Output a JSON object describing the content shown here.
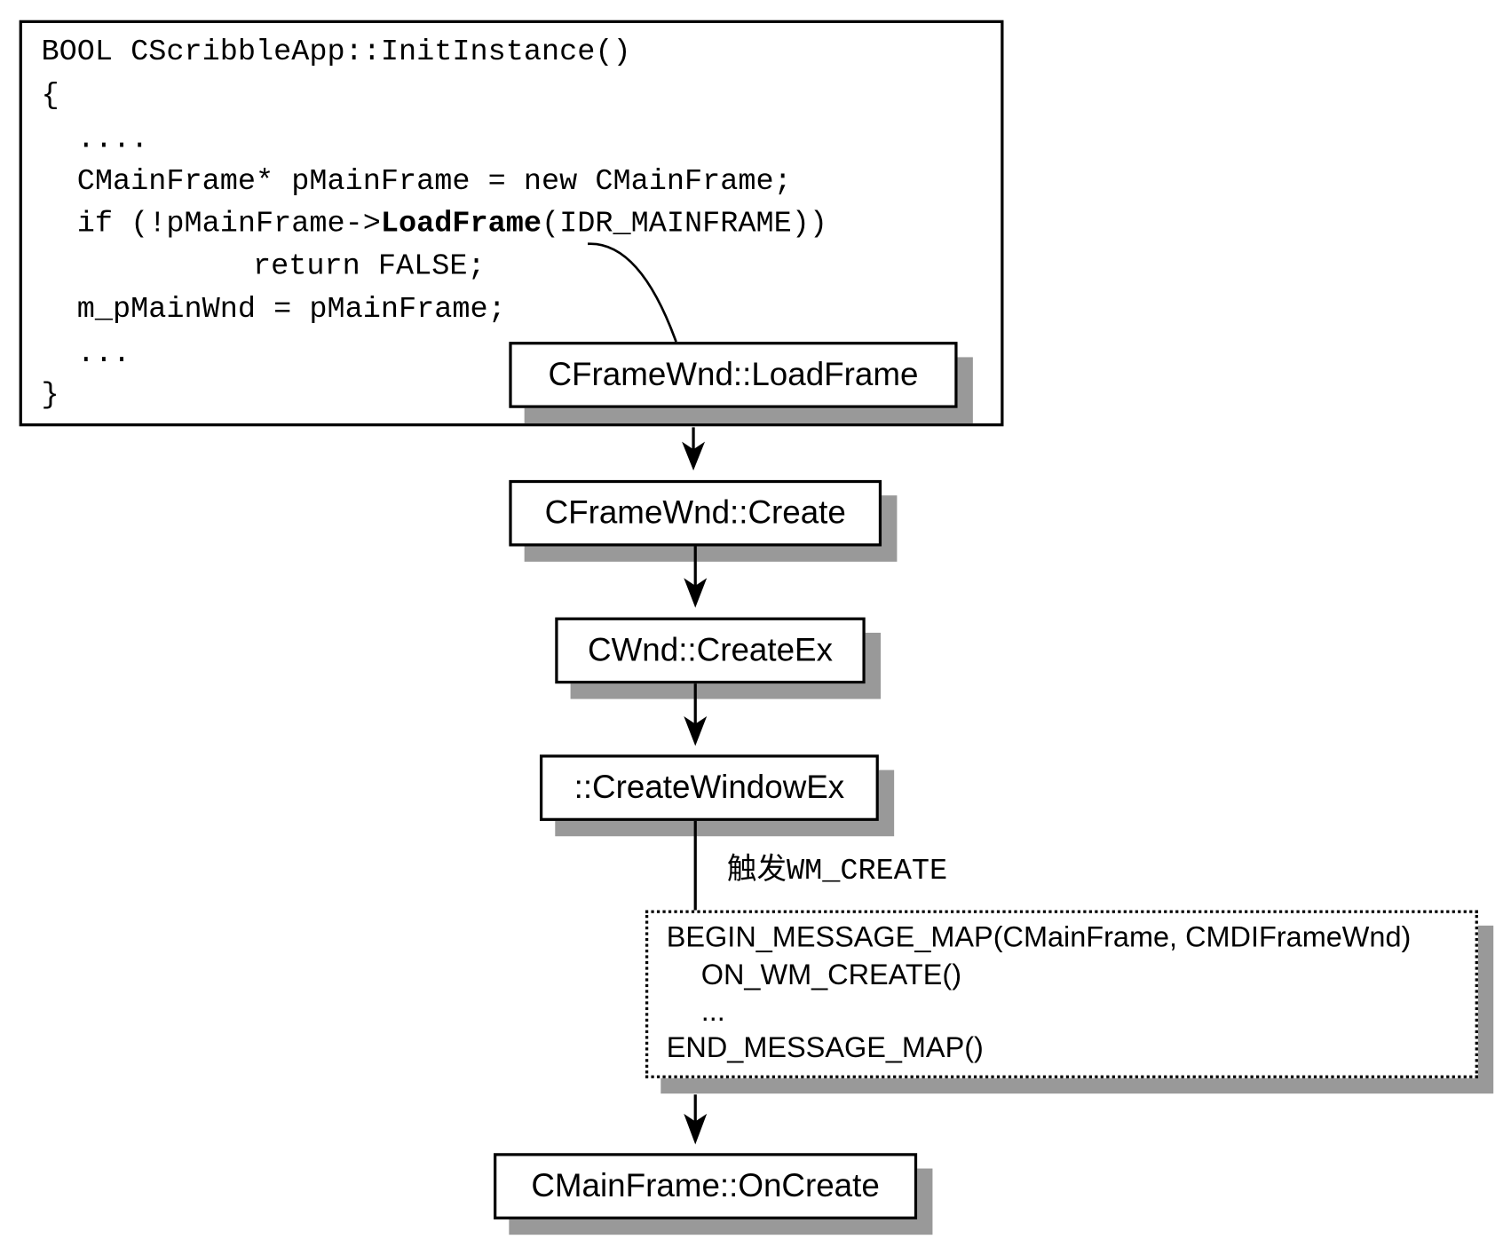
{
  "code": {
    "lines": [
      "BOOL CScribbleApp::InitInstance()",
      "{",
      "  ....",
      "  CMainFrame* pMainFrame = new CMainFrame;",
      "  if (!pMainFrame->",
      "LoadFrame",
      "(IDR_MAINFRAME))",
      "    return FALSE;",
      "  m_pMainWnd = pMainFrame;",
      "  ...",
      "}"
    ]
  },
  "call_chain": [
    "CFrameWnd::LoadFrame",
    "CFrameWnd::Create",
    "CWnd::CreateEx",
    "::CreateWindowEx"
  ],
  "trigger_label": "触发WM_CREATE",
  "message_map": {
    "lines": [
      "BEGIN_MESSAGE_MAP(CMainFrame, CMDIFrameWnd)",
      "ON_WM_CREATE()",
      "...",
      "END_MESSAGE_MAP()"
    ]
  },
  "handler": "CMainFrame::OnCreate"
}
